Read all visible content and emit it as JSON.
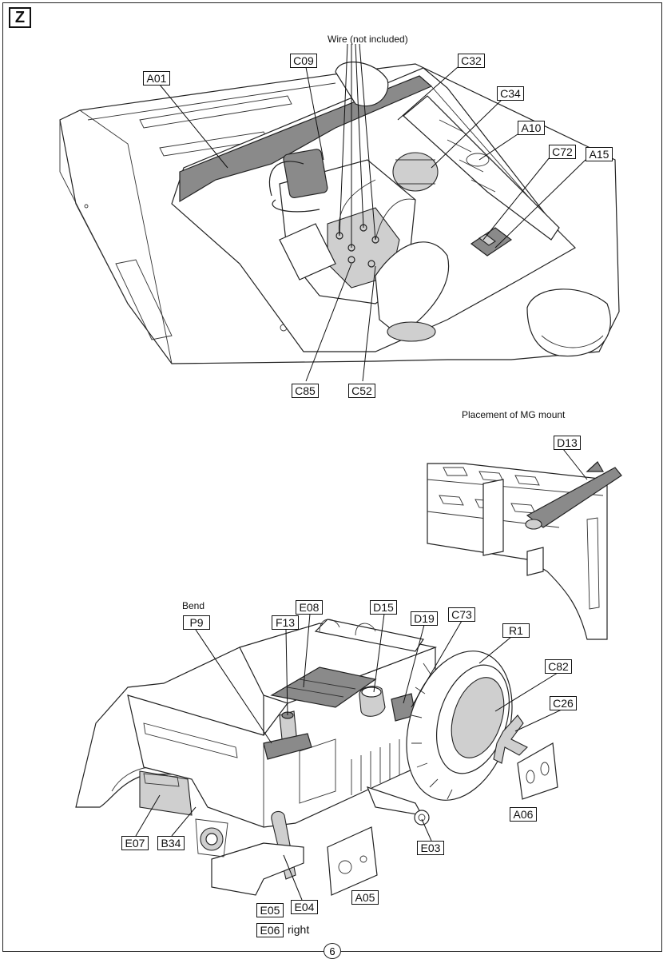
{
  "step": {
    "letter": "Z"
  },
  "page_number": "6",
  "notes": {
    "wire": "Wire (not included)",
    "mg_mount": "Placement of MG mount",
    "bend": "Bend",
    "right": "right"
  },
  "engine_parts": {
    "A01": "A01",
    "C09": "C09",
    "C32": "C32",
    "C34": "C34",
    "A10": "A10",
    "C72": "C72",
    "A15": "A15",
    "C85": "C85",
    "C52": "C52"
  },
  "mg_parts": {
    "D13": "D13"
  },
  "hull_parts": {
    "P9": "P9",
    "F13": "F13",
    "E08": "E08",
    "D15": "D15",
    "D19": "D19",
    "C73": "C73",
    "R1": "R1",
    "C82": "C82",
    "C26": "C26",
    "A06": "A06",
    "E03": "E03",
    "E07": "E07",
    "B34": "B34",
    "E05": "E05",
    "E04": "E04",
    "A05": "A05",
    "E06": "E06"
  }
}
